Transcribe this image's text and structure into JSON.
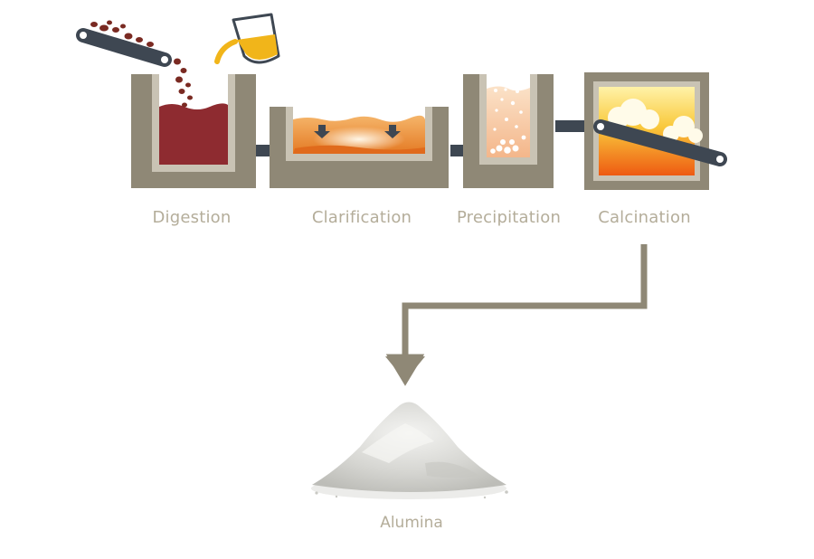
{
  "stages": [
    {
      "id": "digestion",
      "label": "Digestion"
    },
    {
      "id": "clarification",
      "label": "Clarification"
    },
    {
      "id": "precipitation",
      "label": "Precipitation"
    },
    {
      "id": "calcination",
      "label": "Calcination"
    }
  ],
  "product": {
    "label": "Alumina"
  },
  "colors": {
    "tank_wall": "#8f8876",
    "tank_inner": "#c9c3b4",
    "pipe": "#3e4752",
    "conveyor": "#3e4752",
    "label_text": "#b4ad9a",
    "arrow": "#8f8876",
    "bauxite": "#7a2a22",
    "liquor": "#f1b51a",
    "digestion_slurry": "#8e2b30",
    "clarification_liquid": "#ef8a33",
    "precipitation_liquid": "#f7c9a3",
    "calcination_fire": "#f6a020",
    "alumina_powder": "#d9d9d6"
  }
}
